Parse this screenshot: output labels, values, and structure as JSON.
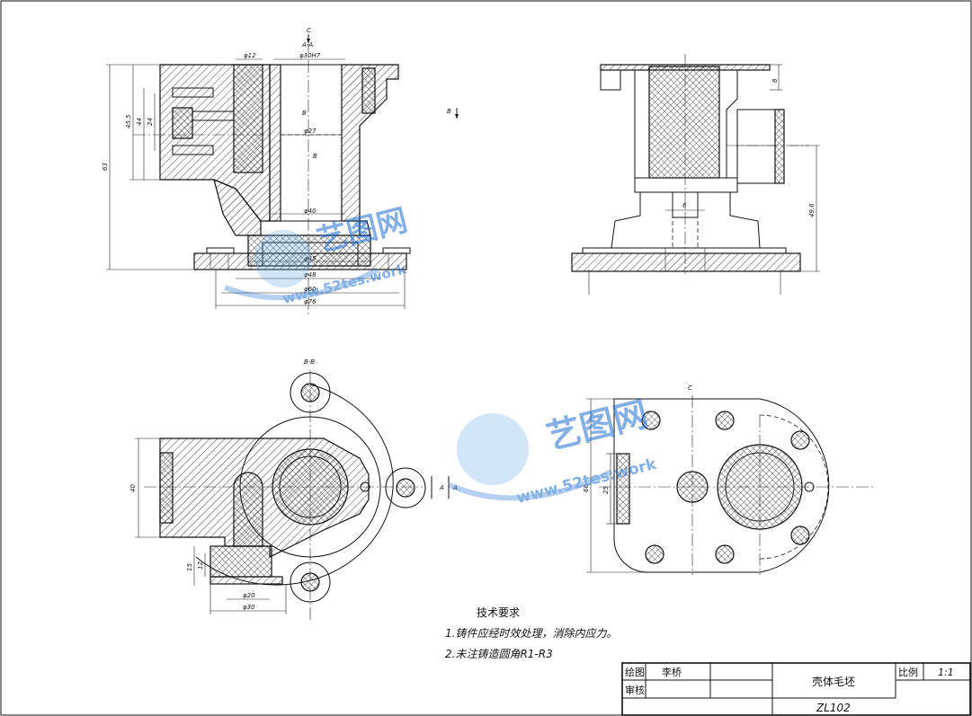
{
  "labels": {
    "section_aa": "A-A",
    "section_bb": "B-B",
    "view_c_top": "C",
    "view_c": "C",
    "cut_b_left": "B",
    "cut_b_mid": "B",
    "cut_b_right": "B",
    "cut_a_right": "A",
    "cut_a_left": "A"
  },
  "dims": {
    "d12": "φ12",
    "d30h7": "φ30H7",
    "d27": "φ27",
    "d40": "φ40",
    "d45": "φ45",
    "d48": "φ48",
    "d60": "φ60",
    "d76": "φ76",
    "h63": "63",
    "h455": "45.5",
    "h44": "44",
    "h24": "24",
    "h8": "8",
    "h496": "49.6",
    "w6": "6",
    "d40b": "40",
    "d15": "15",
    "d12b": "12",
    "d20": "φ20",
    "d30": "φ30",
    "d66": "66",
    "d25": "25"
  },
  "notes": {
    "title": "技术要求",
    "line1": "1.铸件应经时效处理，消除内应力。",
    "line2": "2.未注铸造圆角R1-R3"
  },
  "title_block": {
    "drawn_label": "绘图",
    "drawn_by": "李桥",
    "check_label": "审核",
    "part_name": "壳体毛坯",
    "scale_label": "比例",
    "scale_value": "1:1",
    "drawing_no": "ZL102"
  },
  "watermark": {
    "cn": "艺图网",
    "url": "www.52tes.work"
  },
  "colors": {
    "line": "#111111",
    "watermark": "#1f6fd0"
  }
}
